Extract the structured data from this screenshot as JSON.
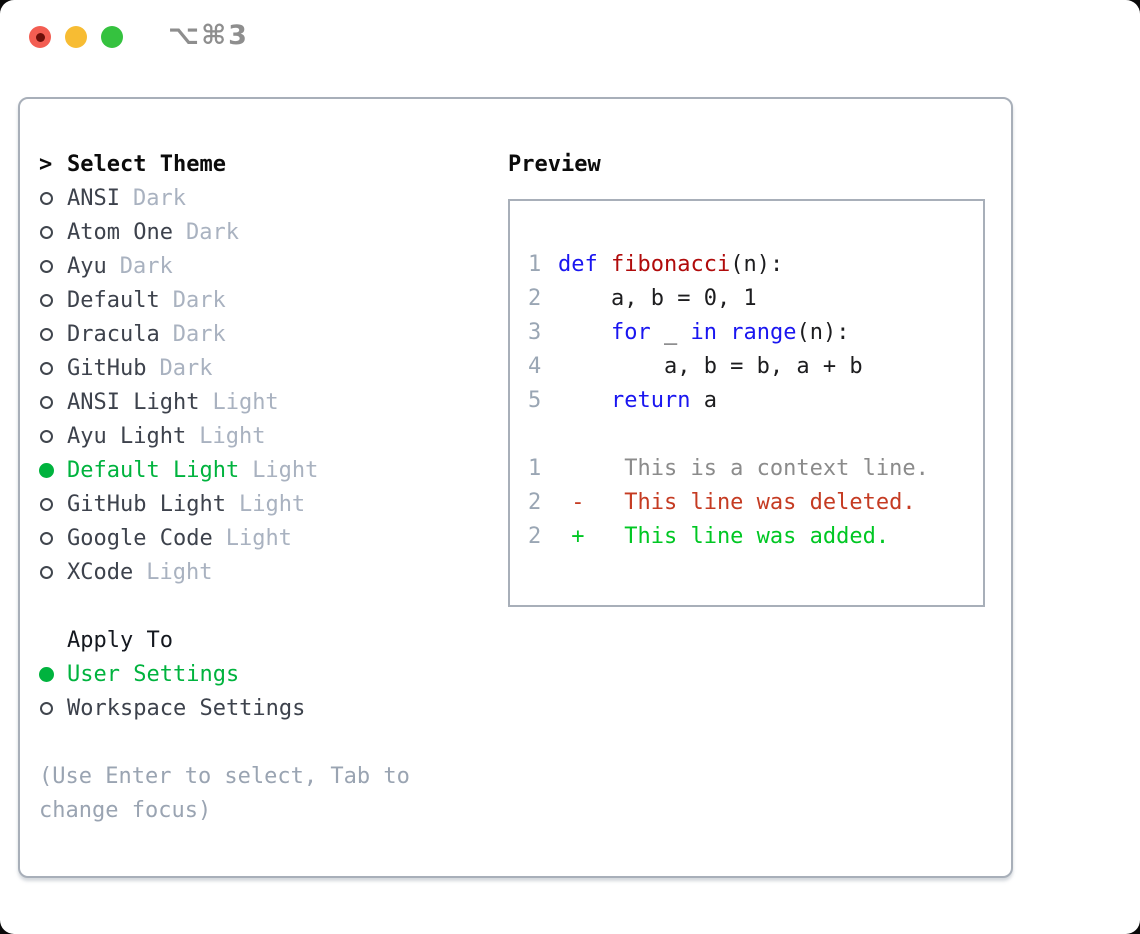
{
  "window": {
    "title": "⌥⌘3"
  },
  "titlebar_buttons": [
    "close",
    "minimize",
    "zoom"
  ],
  "theme_panel": {
    "header": {
      "prefix": ">",
      "label": "Select Theme"
    },
    "items": [
      {
        "name": "ANSI",
        "tag": "Dark",
        "selected": false
      },
      {
        "name": "Atom One",
        "tag": "Dark",
        "selected": false
      },
      {
        "name": "Ayu",
        "tag": "Dark",
        "selected": false
      },
      {
        "name": "Default",
        "tag": "Dark",
        "selected": false
      },
      {
        "name": "Dracula",
        "tag": "Dark",
        "selected": false
      },
      {
        "name": "GitHub",
        "tag": "Dark",
        "selected": false
      },
      {
        "name": "ANSI Light",
        "tag": "Light",
        "selected": false
      },
      {
        "name": "Ayu Light",
        "tag": "Light",
        "selected": false
      },
      {
        "name": "Default Light",
        "tag": "Light",
        "selected": true
      },
      {
        "name": "GitHub Light",
        "tag": "Light",
        "selected": false
      },
      {
        "name": "Google Code",
        "tag": "Light",
        "selected": false
      },
      {
        "name": "XCode",
        "tag": "Light",
        "selected": false
      }
    ],
    "apply_to": {
      "label": "Apply To",
      "options": [
        {
          "name": "User Settings",
          "selected": true
        },
        {
          "name": "Workspace Settings",
          "selected": false
        }
      ]
    },
    "help": [
      "(Use Enter to select, Tab to",
      "change focus)"
    ]
  },
  "preview": {
    "title": "Preview",
    "lines": [
      {
        "num": "1",
        "segments": [
          {
            "t": "def ",
            "c": "kw"
          },
          {
            "t": "fibonacci",
            "c": "fn"
          },
          {
            "t": "(n):",
            "c": "plain"
          }
        ]
      },
      {
        "num": "2",
        "segments": [
          {
            "t": "    a, b = 0, 1",
            "c": "plain"
          }
        ]
      },
      {
        "num": "3",
        "segments": [
          {
            "t": "    ",
            "c": "plain"
          },
          {
            "t": "for",
            "c": "kw"
          },
          {
            "t": " _ ",
            "c": "plain"
          },
          {
            "t": "in",
            "c": "kw"
          },
          {
            "t": " ",
            "c": "plain"
          },
          {
            "t": "range",
            "c": "kw"
          },
          {
            "t": "(n):",
            "c": "plain"
          }
        ]
      },
      {
        "num": "4",
        "segments": [
          {
            "t": "        a, b = b, a + b",
            "c": "plain"
          }
        ]
      },
      {
        "num": "5",
        "segments": [
          {
            "t": "    ",
            "c": "plain"
          },
          {
            "t": "return",
            "c": "kw"
          },
          {
            "t": " a",
            "c": "plain"
          }
        ]
      },
      {
        "num": "",
        "segments": []
      },
      {
        "num": "1",
        "segments": [
          {
            "t": "     This is a context line.",
            "c": "ctx"
          }
        ]
      },
      {
        "num": "2",
        "segments": [
          {
            "t": " -   This line was deleted.",
            "c": "del"
          }
        ]
      },
      {
        "num": "2",
        "segments": [
          {
            "t": " +   This line was added.",
            "c": "add"
          }
        ]
      }
    ]
  },
  "colors": {
    "selected_green": "#00b33e",
    "added_green": "#00c723",
    "deleted_red": "#c53b22",
    "keyword_blue": "#1a16f0",
    "function_red": "#b00b0b",
    "line_number_gray": "#9aa6b4",
    "context_gray": "#8b8b8b",
    "tag_gray": "#a9b2c0",
    "item_text": "#3d424c",
    "help_gray": "#9aa4b2",
    "panel_border": "#a8afb9",
    "titlebar_text": "#8e8e8e",
    "traffic_red": "#f35d52",
    "traffic_red_dot": "#6d0f0a",
    "traffic_yellow": "#f7bc33",
    "traffic_green": "#35c23f"
  }
}
